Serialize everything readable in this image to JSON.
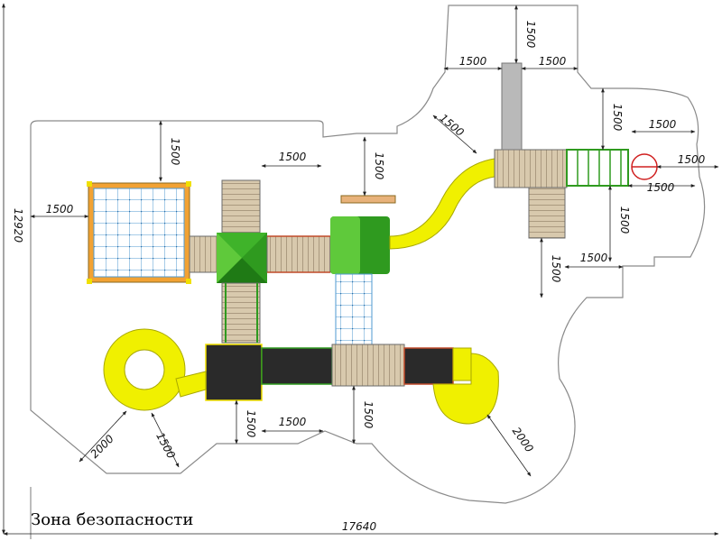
{
  "caption": "Зона безопасности",
  "dimensions": {
    "overall_width": "17640",
    "overall_height": "12920",
    "slide_top_clearance": "1500",
    "tower_left_clearance": "1500",
    "tower_right_clearance": "1500",
    "end_slide_clearance": "1500",
    "net_right_a": "1500",
    "net_right_b": "1500",
    "net_right_gap": "1500",
    "right_bottom_a": "1500",
    "right_bottom_b": "1500",
    "right_bottom_c": "1500",
    "diag_slide": "1500",
    "net_top": "1500",
    "net_left": "1500",
    "left_tower_right": "1500",
    "mid_top": "1500",
    "spiral_2000": "2000",
    "spiral_1500": "1500",
    "bottom_a": "1500",
    "bottom_b": "1500",
    "bottom_c": "1500",
    "big_slide_2000": "2000"
  },
  "colors": {
    "zone_outline": "#8a8a8a",
    "slide_yellow": "#f0f000",
    "roof_green": "#2f9a1f",
    "roof_green_light": "#5fc93b",
    "deck_wood": "#d8c9ad",
    "dark_panel": "#2a2a2a",
    "net_blue": "#4f9ad1",
    "frame_orange": "#f2a233",
    "dim_line": "#222222"
  }
}
